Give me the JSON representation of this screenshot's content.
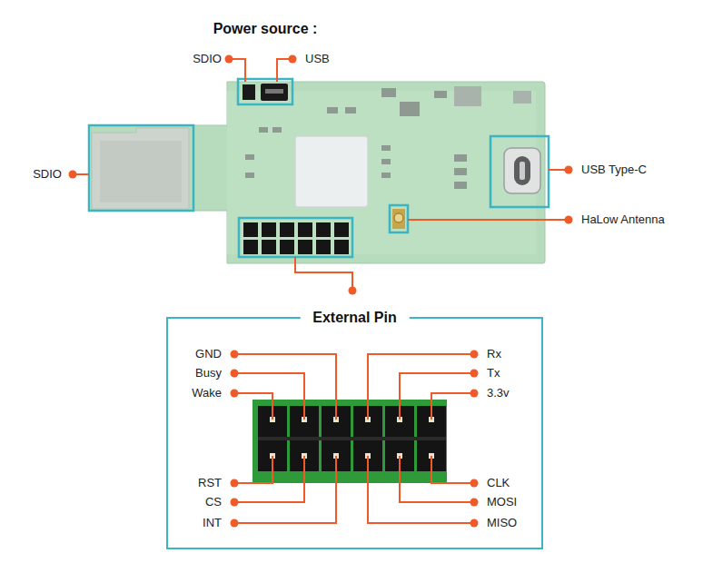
{
  "diagram": {
    "nodes": [
      {
        "text": [
          "External Pin"
        ]
      }
    ],
    "labels": [
      "Power source :",
      "SDIO",
      "USB",
      "SDIO",
      "USB Type-C",
      "HaLow Antenna",
      "GND",
      "Busy",
      "Wake",
      "RST",
      "CS",
      "INT",
      "Rx",
      "Tx",
      "3.3v",
      "CLK",
      "MOSI",
      "MISO"
    ]
  }
}
